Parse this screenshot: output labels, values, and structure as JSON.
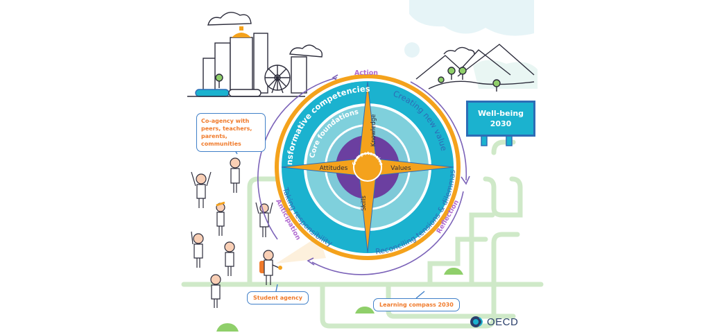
{
  "diagram": {
    "outer_cycle": {
      "action": "Action",
      "reflection": "Reflection",
      "anticipation": "Anticipation"
    },
    "rings": {
      "transformative": "Transformative competencies",
      "creating_value": "Creating new value",
      "reconciling": "Reconciling tensions & dilemmas",
      "responsibility": "Taking responsibility",
      "core_foundations": "Core foundations"
    },
    "compass_points": {
      "knowledge": "Knowledge",
      "skills": "Skills",
      "attitudes": "Attitudes",
      "values": "Values",
      "center": "Competencies"
    },
    "callouts": {
      "co_agency": "Co-agency with peers, teachers, parents, communities",
      "student_agency": "Student agency",
      "learning_compass": "Learning compass 2030"
    },
    "wellbeing": {
      "line1": "Well-being",
      "line2": "2030"
    },
    "logo": "OECD"
  },
  "colors": {
    "teal": "#1bb2cf",
    "orange": "#f4a21c",
    "purple": "#6b3fa0",
    "light_teal": "#7fd0dc",
    "green_path": "#cfe9c8",
    "accent_orange": "#f07a2a",
    "blue_line": "#3f7fc8"
  }
}
